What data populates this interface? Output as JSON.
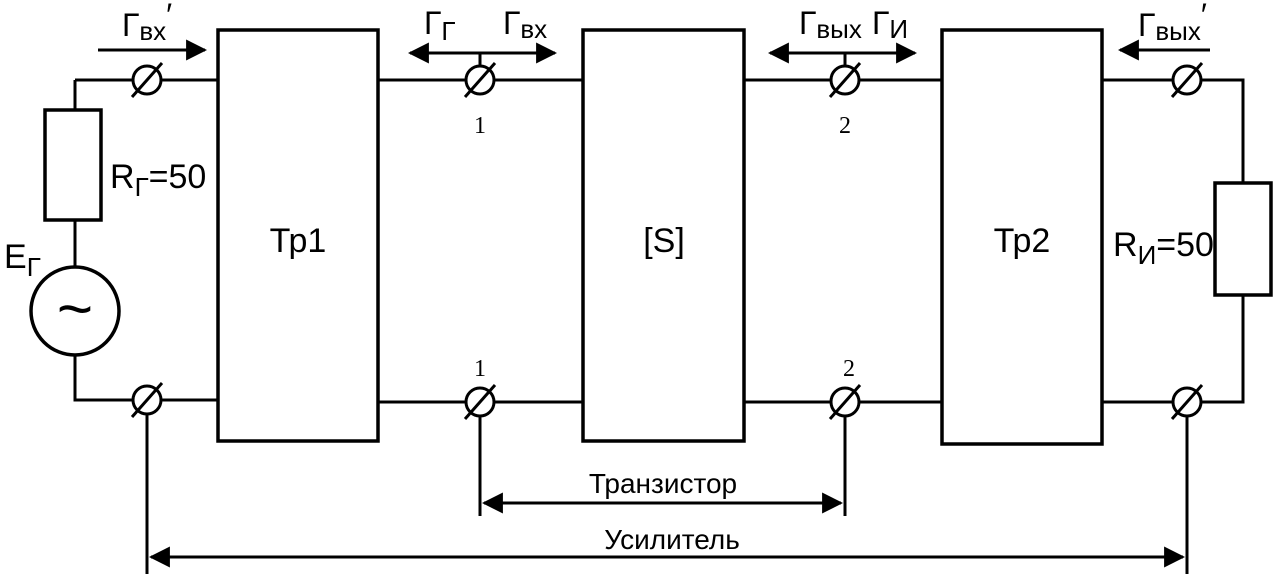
{
  "blocks": {
    "tr1": "Тр1",
    "s": "[S]",
    "tr2": "Тр2"
  },
  "source": {
    "e_main": "E",
    "e_sub": "Г",
    "symbol": "~",
    "r_main": "R",
    "r_sub": "Г",
    "r_value": "=50"
  },
  "load": {
    "r_main": "R",
    "r_sub": "И",
    "r_value": "=50"
  },
  "reflections": {
    "gamma_in_prime": {
      "main": "Г",
      "sub": "вх",
      "prime": "′"
    },
    "gamma_g": {
      "main": "Г",
      "sub": "Г"
    },
    "gamma_in": {
      "main": "Г",
      "sub": "вх"
    },
    "gamma_out": {
      "main": "Г",
      "sub": "вых"
    },
    "gamma_i": {
      "main": "Г",
      "sub": "И"
    },
    "gamma_out_prime": {
      "main": "Г",
      "sub": "вых",
      "prime": "′"
    }
  },
  "ports": {
    "p1_top": "1",
    "p1_bottom": "1",
    "p2_top": "2",
    "p2_bottom": "2"
  },
  "spans": {
    "transistor": "Транзистор",
    "amplifier": "Усилитель"
  }
}
